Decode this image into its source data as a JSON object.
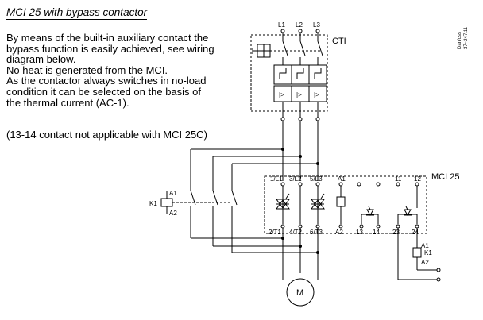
{
  "heading": "MCI 25 with bypass contactor",
  "paragraph_1": [
    "By means of the built-in auxiliary contact the",
    "bypass function is easily achieved, see wiring",
    "diagram below.",
    "No heat is generated from the MCI.",
    "As the contactor always switches in no-load",
    "condition it can be selected on the basis of",
    "the thermal current (AC-1)."
  ],
  "paragraph_2": "(13-14 contact not applicable with MCI 25C)",
  "diagram": {
    "supply_labels": [
      "L1",
      "L2",
      "L3"
    ],
    "cti_label": "CTI",
    "corner_stamp": [
      "Danfoss",
      "37~247.11"
    ],
    "contactor_coil": {
      "name": "K1",
      "a1": "A1",
      "a2": "A2"
    },
    "mci_label": "MCI 25",
    "mci_top_terminals": [
      "1/L1",
      "3/L2",
      "5/L3",
      "A1",
      "11",
      "12"
    ],
    "mci_bottom_terminals": [
      "2/T1",
      "4/T2",
      "6/T3",
      "A2",
      "13",
      "14",
      "23",
      "24"
    ],
    "relay_coil": {
      "name": "K1",
      "a1": "A1",
      "a2": "A2"
    },
    "motor_label": "M"
  }
}
